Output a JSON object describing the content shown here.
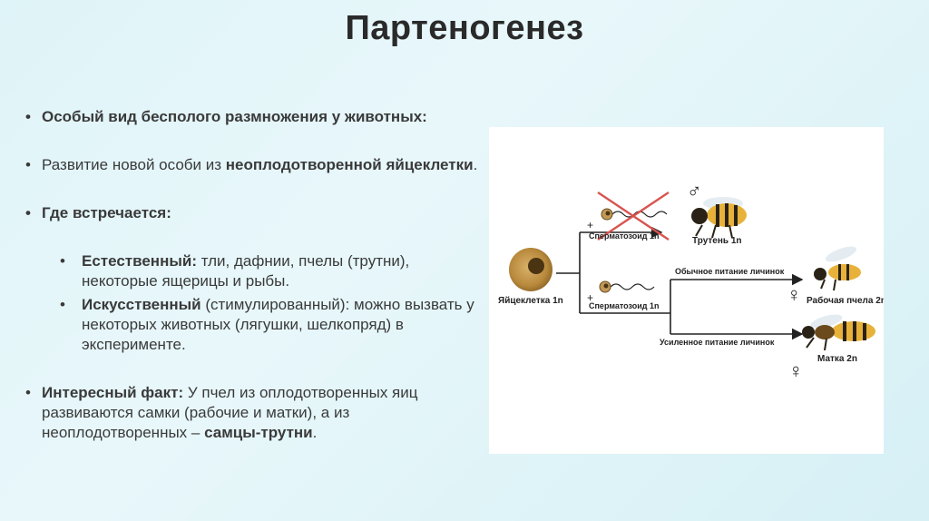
{
  "title": "Партеногенез",
  "bullets": {
    "b1": "Особый вид бесполого размножения у животных:",
    "b2_pre": "Развитие новой особи из ",
    "b2_bold": "неоплодотворенной яйцеклетки",
    "b2_post": ".",
    "b3": "Где встречается:",
    "s1_bold": "Естественный:",
    "s1_text": " тли, дафнии, пчелы (трутни), некоторые ящерицы и рыбы.",
    "s2_bold": "Искусственный",
    "s2_text": " (стимулированный): можно вызвать у некоторых животных (лягушки, шелкопряд) в эксперименте.",
    "b4_bold": "Интересный факт:",
    "b4_text": " У пчел из оплодотворенных яиц развиваются самки (рабочие и матки), а из неоплодотворенных – ",
    "b4_bold2": "самцы-трутни",
    "b4_end": "."
  },
  "diagram": {
    "egg_label": "Яйцеклетка 1n",
    "sperm_label_top": "Сперматозоид 1n",
    "sperm_label_bottom": "Сперматозоид 1n",
    "plus": "+",
    "drone_label": "Трутень 1n",
    "worker_label": "Рабочая пчела 2n",
    "queen_label": "Матка 2n",
    "normal_feed": "Обычное питание личинок",
    "enhanced_feed": "Усиленное питание личинок",
    "male_symbol": "♂",
    "female_symbol": "♀",
    "colors": {
      "arrow": "#222222",
      "cross": "#d9534f",
      "egg": "#b8893c",
      "bee_yellow": "#e8b23a",
      "bee_dark": "#2a2216"
    }
  }
}
